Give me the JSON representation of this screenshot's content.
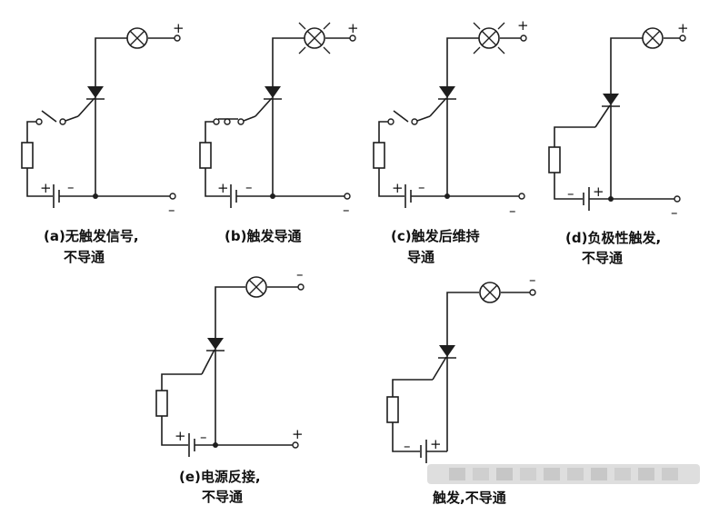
{
  "polarity": {
    "plus": "+",
    "minus": "−",
    "dash": "–"
  },
  "captions": {
    "a": {
      "line1": "(a)无触发信号,",
      "line2": "不导通"
    },
    "b": {
      "line1": "(b)触发导通"
    },
    "c": {
      "line1": "(c)触发后维持",
      "line2": "导通"
    },
    "d": {
      "line1": "(d)负极性触发,",
      "line2": "不导通"
    },
    "e": {
      "line1": "(e)电源反接,",
      "line2": "不导通"
    },
    "f": {
      "line1": "触发,不导通"
    }
  },
  "colors": {
    "ink": "#1e1e1e",
    "background": "#ffffff"
  }
}
